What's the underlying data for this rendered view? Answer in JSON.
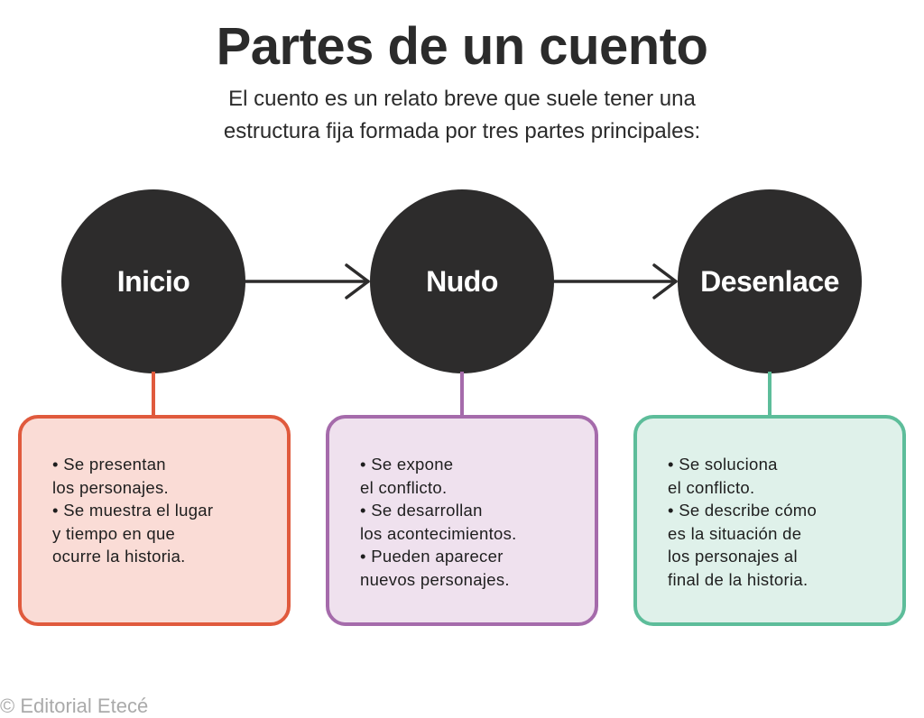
{
  "title": "Partes de un cuento",
  "subtitle": [
    "El cuento es un relato breve que suele tener una",
    "estructura fija formada por tres partes principales:"
  ],
  "parts": [
    {
      "name": "Inicio",
      "color": "#e05a3d",
      "fill": "#fadcd6",
      "lines": [
        "• Se presentan",
        "los personajes.",
        "• Se muestra el lugar",
        "y tiempo en que",
        "ocurre la historia."
      ]
    },
    {
      "name": "Nudo",
      "color": "#a56bab",
      "fill": "#efe1ee",
      "lines": [
        "• Se expone",
        "el conflicto.",
        "• Se desarrollan",
        "los acontecimientos.",
        "• Pueden aparecer",
        "nuevos personajes."
      ]
    },
    {
      "name": "Desenlace",
      "color": "#5dbd9a",
      "fill": "#dff1ea",
      "lines": [
        "• Se soluciona",
        "el conflicto.",
        "• Se describe cómo",
        "es la situación de",
        "los personajes al",
        "final de la historia."
      ]
    }
  ],
  "footer": "© Editorial Etecé"
}
